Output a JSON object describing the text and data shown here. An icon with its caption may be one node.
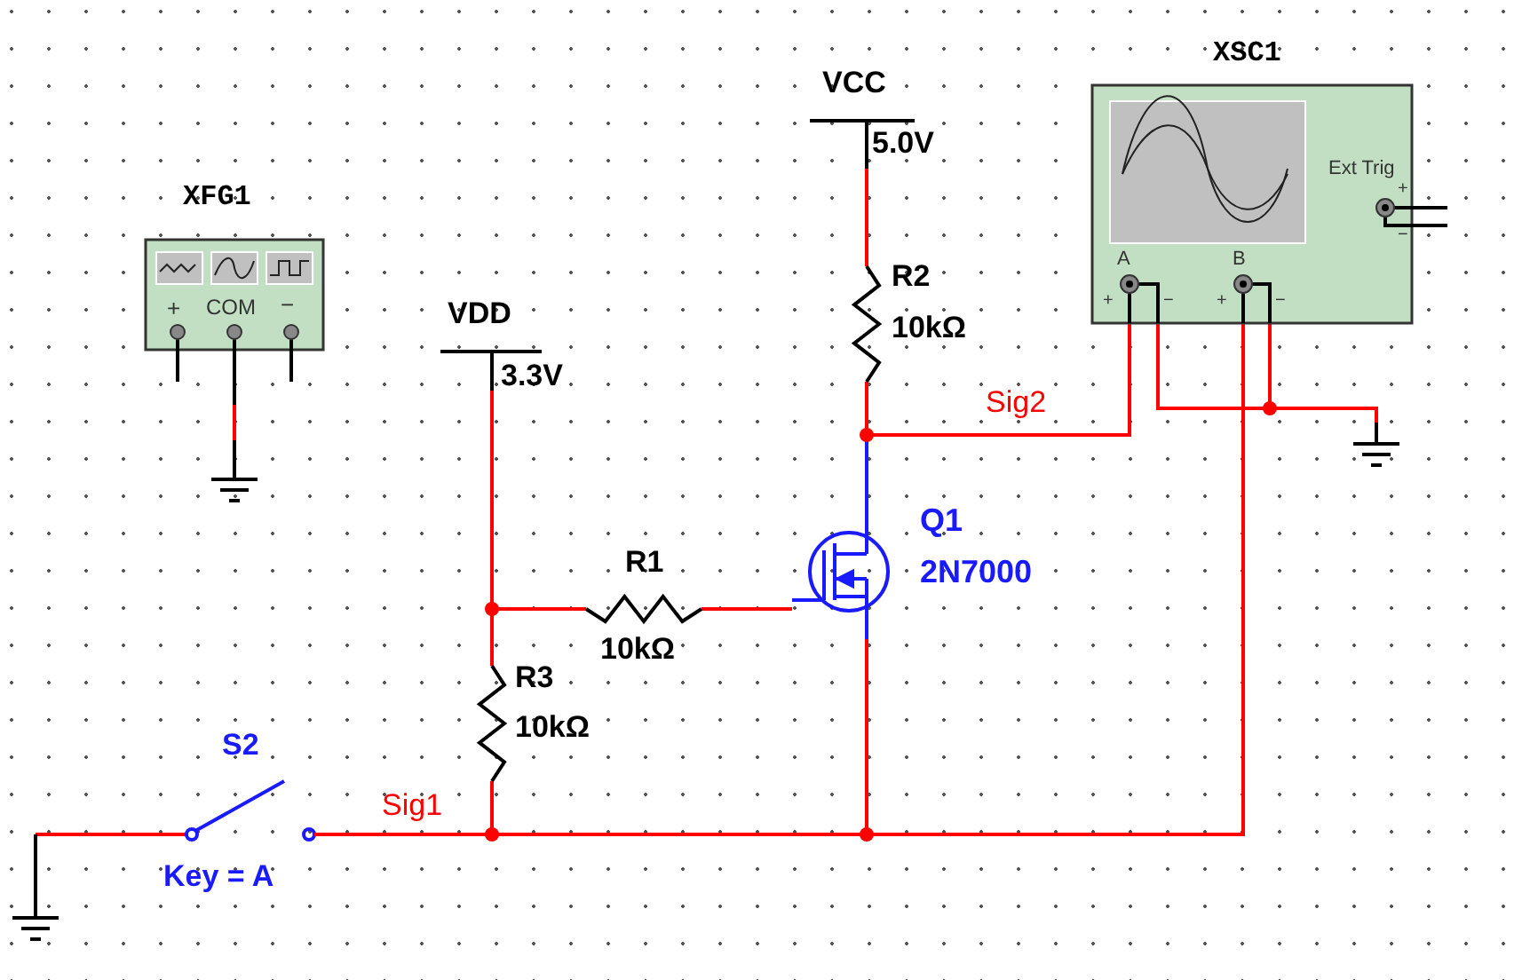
{
  "diagram": {
    "labels": [
      "VCC",
      "XSC1",
      "5.0V",
      "Ext Trig",
      "XFG1",
      "R2",
      "10kΩ",
      "A",
      "B",
      "+",
      "−",
      "+",
      "−",
      "+",
      "−",
      "+",
      "COM",
      "−",
      "VDD",
      "Sig2",
      "3.3V",
      "Q1",
      "2N7000",
      "R1",
      "10kΩ",
      "R3",
      "10kΩ",
      "S2",
      "Sig1",
      "Key = A"
    ]
  }
}
